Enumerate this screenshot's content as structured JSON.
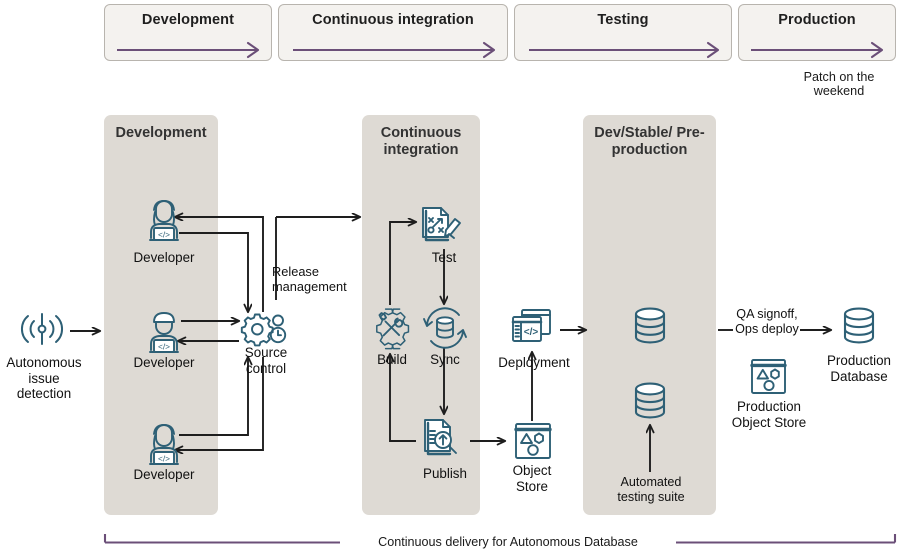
{
  "diagram": {
    "title": "Continuous delivery for Autonomous Database",
    "colors": {
      "purple": "#6b4f78",
      "lane_bg": "#dedad4",
      "phase_bg": "#f4f2ef",
      "phase_border": "#b8b4ae",
      "icon_teal": "#2e6076",
      "arrow_dark": "#1e1e1e"
    }
  },
  "phases": [
    {
      "label": "Development",
      "arrow": "right-arrow"
    },
    {
      "label": "Continuous integration",
      "arrow": "right-arrow"
    },
    {
      "label": "Testing",
      "arrow": "right-arrow"
    },
    {
      "label": "Production",
      "arrow": "right-arrow"
    }
  ],
  "brackets": {
    "pipeline": {
      "label": ""
    },
    "patch": {
      "label": "Patch on the\nweekend"
    },
    "bottom": {
      "label": "Continuous delivery for Autonomous Database"
    }
  },
  "lanes": [
    {
      "id": "development",
      "title": "Development"
    },
    {
      "id": "continuous-integration",
      "title": "Continuous\nintegration"
    },
    {
      "id": "dev-stable-preproduction",
      "title": "Dev/Stable/\nPre-production"
    }
  ],
  "nodes": {
    "autonomous_issue_detection": {
      "label": "Autonomous\nissue\ndetection",
      "icon": "signal-broadcast-icon"
    },
    "developer_1": {
      "label": "Developer",
      "icon": "developer-icon"
    },
    "developer_2": {
      "label": "Developer",
      "icon": "developer-icon"
    },
    "developer_3": {
      "label": "Developer",
      "icon": "developer-icon"
    },
    "source_control": {
      "label": "Source\ncontrol",
      "icon": "gear-clock-icon"
    },
    "build": {
      "label": "Build",
      "icon": "gear-tools-icon"
    },
    "test": {
      "label": "Test",
      "icon": "document-pencil-icon"
    },
    "sync": {
      "label": "Sync",
      "icon": "database-sync-icon"
    },
    "publish": {
      "label": "Publish",
      "icon": "document-upload-search-icon"
    },
    "deployment": {
      "label": "Deployment",
      "icon": "windows-code-icon"
    },
    "object_store": {
      "label": "Object\nStore",
      "icon": "object-store-icon"
    },
    "db_upper": {
      "label": "",
      "icon": "database-icon"
    },
    "db_lower": {
      "label": "",
      "icon": "database-icon"
    },
    "production_object_store": {
      "label": "Production\nObject Store",
      "icon": "object-store-icon"
    },
    "production_database": {
      "label": "Production\nDatabase",
      "icon": "database-icon"
    }
  },
  "edge_labels": {
    "release_management": "Release\nmanagement",
    "automated_testing_suite": "Automated\ntesting suite",
    "qa_signoff_ops_deploy": "QA signoff,\nOps deploy"
  }
}
